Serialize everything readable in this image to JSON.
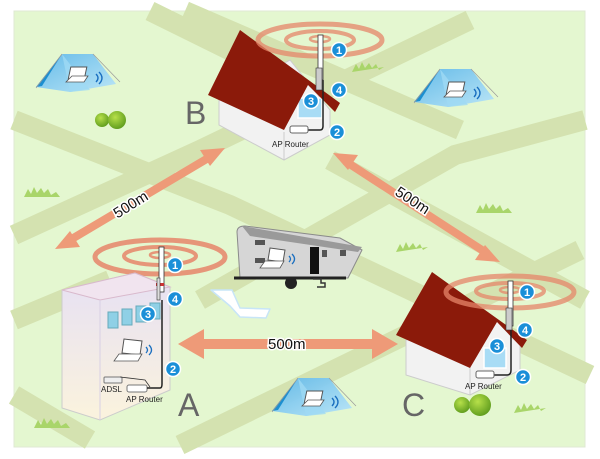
{
  "diagram": {
    "title": "Long-range wireless link topology",
    "colors": {
      "ground": "#e2f7cf",
      "road": "#d4e2b0",
      "roof": "#8b1a0a",
      "arrow": "#ee9a78",
      "signal": "#e6856a",
      "badge": "#1a8fd8",
      "tent": "#7cc8ee",
      "site_label": "#666666"
    },
    "sites": [
      {
        "id": "A",
        "label": "A",
        "type": "office-building",
        "devices": [
          "ADSL",
          "AP Router"
        ]
      },
      {
        "id": "B",
        "label": "B",
        "type": "house",
        "devices": [
          "AP Router"
        ]
      },
      {
        "id": "C",
        "label": "C",
        "type": "house",
        "devices": [
          "AP Router"
        ]
      }
    ],
    "device_labels": {
      "adsl": "ADSL",
      "ap_router": "AP Router"
    },
    "badges": [
      "1",
      "2",
      "3",
      "4"
    ],
    "links": [
      {
        "from": "A",
        "to": "B",
        "distance": "500m"
      },
      {
        "from": "B",
        "to": "C",
        "distance": "500m"
      },
      {
        "from": "A",
        "to": "C",
        "distance": "500m"
      }
    ],
    "clients": [
      "tent-top-left",
      "tent-top-right",
      "tent-bottom",
      "camper-trailer"
    ]
  }
}
